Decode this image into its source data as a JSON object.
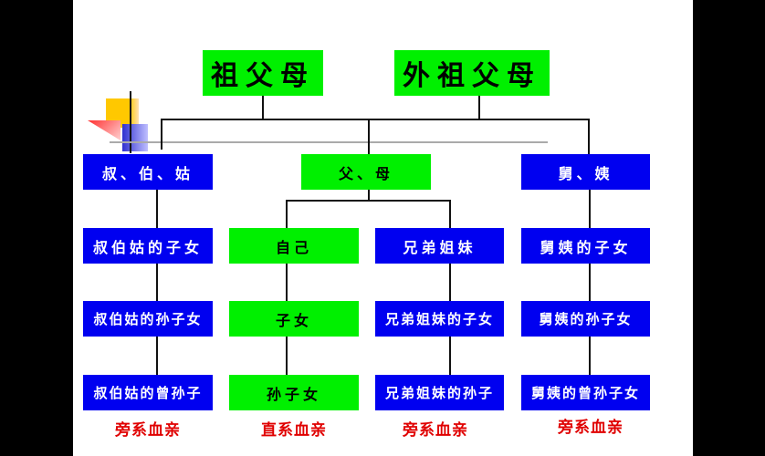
{
  "diagram": {
    "top": {
      "paternal_grandparents": "祖父母",
      "maternal_grandparents": "外祖父母"
    },
    "columns": [
      {
        "key": "paternal",
        "type": "collateral",
        "color": "#0000f0",
        "nodes": [
          "叔、伯、姑",
          "叔伯姑的子女",
          "叔伯姑的孙子女",
          "叔伯姑的曾孙子"
        ],
        "label": "旁系血亲"
      },
      {
        "key": "direct",
        "type": "lineal",
        "color": "#00f000",
        "nodes": [
          "父、母",
          "自己",
          "子女",
          "孙子女"
        ],
        "label": "直系血亲"
      },
      {
        "key": "siblings",
        "type": "collateral",
        "color": "#0000f0",
        "nodes": [
          "兄弟姐妹",
          "兄弟姐妹的子女",
          "兄弟姐妹的孙子"
        ],
        "label": "旁系血亲"
      },
      {
        "key": "maternal",
        "type": "collateral",
        "color": "#0000f0",
        "nodes": [
          "舅、姨",
          "舅姨的子女",
          "舅姨的孙子女",
          "舅姨的曾孙子女"
        ],
        "label": "旁系血亲"
      }
    ],
    "colors": {
      "lineal": "#00f000",
      "collateral": "#0000f0",
      "label": "#e00000",
      "lines": "#111111"
    }
  }
}
